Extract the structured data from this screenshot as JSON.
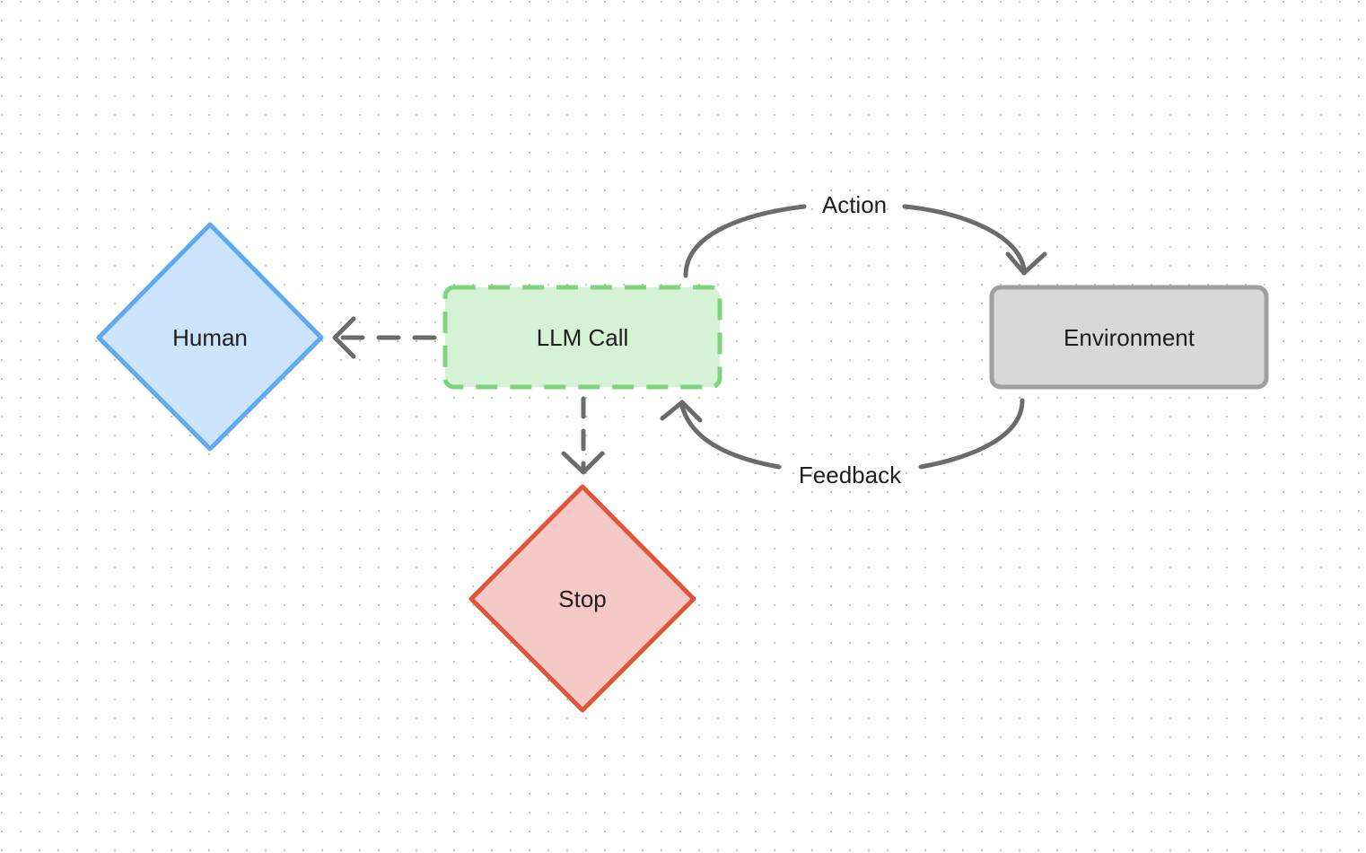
{
  "diagram": {
    "nodes": {
      "human": {
        "label": "Human",
        "shape": "diamond",
        "fill": "#cce4fb",
        "stroke": "#5ea9f0"
      },
      "llm_call": {
        "label": "LLM Call",
        "shape": "rectangle-dashed",
        "fill": "#d5f2d6",
        "stroke": "#7fd37e"
      },
      "environment": {
        "label": "Environment",
        "shape": "rectangle",
        "fill": "#d8d8d8",
        "stroke": "#9f9f9f"
      },
      "stop": {
        "label": "Stop",
        "shape": "diamond",
        "fill": "#f5c9c5",
        "stroke": "#e05539"
      }
    },
    "edges": {
      "action": {
        "label": "Action",
        "from": "LLM Call",
        "to": "Environment",
        "style": "solid"
      },
      "feedback": {
        "label": "Feedback",
        "from": "Environment",
        "to": "LLM Call",
        "style": "solid"
      },
      "to_human": {
        "from": "LLM Call",
        "to": "Human",
        "style": "dashed"
      },
      "to_stop": {
        "from": "LLM Call",
        "to": "Stop",
        "style": "dashed"
      }
    },
    "edge_color": "#6b6b6b",
    "grid_dot_color": "#c4c4c4"
  }
}
